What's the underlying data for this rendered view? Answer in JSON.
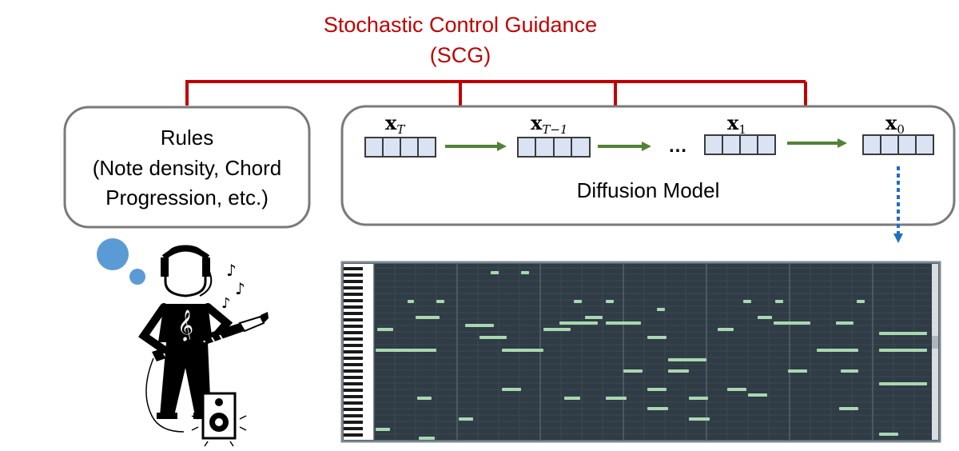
{
  "guidance": {
    "title_line1": "Stochastic Control Guidance",
    "title_line2": "(SCG)",
    "color": "#c00000"
  },
  "rules": {
    "line1": "Rules",
    "line2": "(Note density, Chord",
    "line3": "Progression, etc.)"
  },
  "diffusion": {
    "label": "Diffusion Model",
    "states": [
      {
        "base": "x",
        "sub": "T"
      },
      {
        "base": "x",
        "sub": "T−1"
      },
      {
        "base": "x",
        "sub": "1"
      },
      {
        "base": "x",
        "sub": "0"
      }
    ],
    "ellipsis": "…",
    "arrow_color": "#538135",
    "block_fill": "#dae3f3"
  },
  "decode_arrow_color": "#1f6fbf",
  "piano_roll": {
    "background": "#2e3a44",
    "note_color": "#a9d8b0"
  },
  "icons": {
    "musician": "guitarist-with-keytar-icon",
    "thought": "thought-bubble-icon",
    "notes": "music-notes-icon",
    "speaker": "speaker-icon"
  }
}
